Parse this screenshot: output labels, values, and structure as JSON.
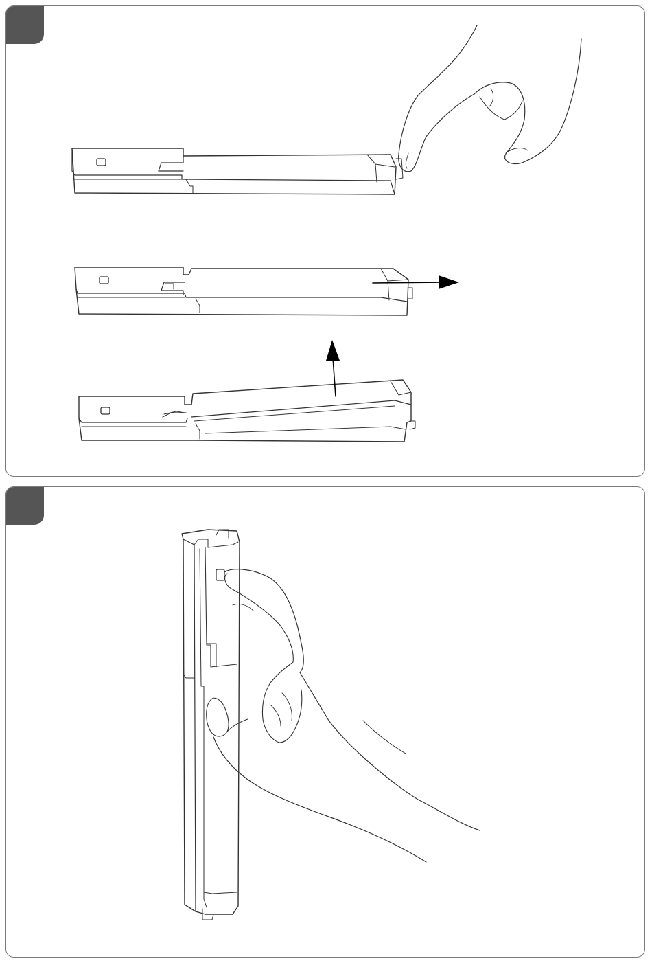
{
  "colors": {
    "badge": "#555555",
    "stroke": "#333333",
    "panel_border": "#7a7a7a",
    "arrow": "#000000"
  },
  "panels": [
    {
      "badge_icon": "step-badge",
      "illustration": "finger-pressing-latch-then-slide-and-lift-cover"
    },
    {
      "badge_icon": "step-badge",
      "illustration": "hand-holding-device-vertically-pressing-button"
    }
  ]
}
